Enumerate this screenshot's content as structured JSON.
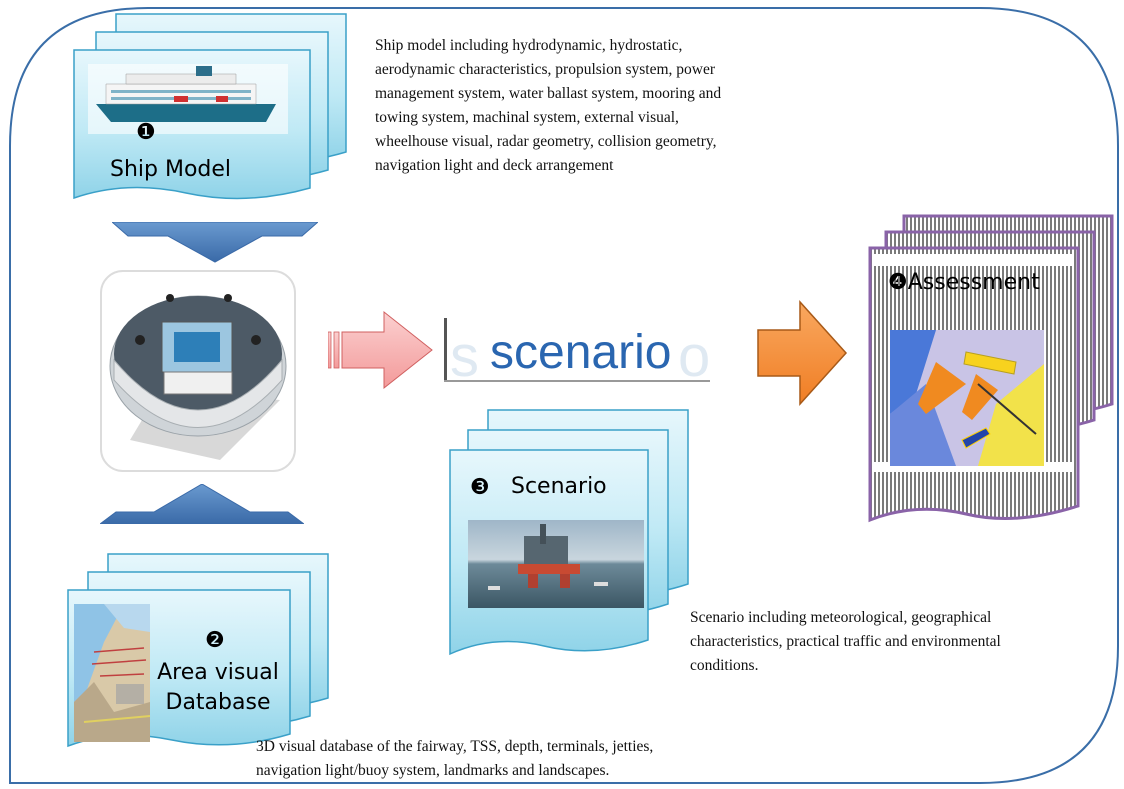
{
  "ship_model": {
    "number": "❶",
    "label": "Ship Model",
    "description": [
      "Ship model including hydrodynamic, hydrostatic,",
      "aerodynamic characteristics, propulsion system, power",
      "management system, water ballast system, mooring and",
      "towing system, machinal system, external visual,",
      "wheelhouse visual, radar geometry, collision geometry,",
      "navigation light and deck arrangement"
    ]
  },
  "area_database": {
    "number": "❷",
    "label_lines": [
      "Area visual",
      "Database"
    ],
    "description": [
      "3D visual database of the fairway, TSS, depth, terminals, jetties,",
      "navigation light/buoy system, landmarks and landscapes."
    ]
  },
  "scenario": {
    "logo_text": "scenario",
    "number": "❸",
    "label": "Scenario",
    "description": [
      "Scenario including meteorological, geographical",
      "characteristics, practical traffic and environmental",
      "conditions."
    ]
  },
  "assessment": {
    "number": "❹",
    "label": "Assessment"
  },
  "colors": {
    "frame_stroke": "#3a6ea8",
    "doc_fill_top": "#e3f6fb",
    "doc_fill_bottom": "#8fd6ea",
    "doc_stroke": "#3aa0c8",
    "arrow_blue": "#4e80b8",
    "arrow_pink": "#f08f8f",
    "arrow_orange": "#f7943c",
    "assessment_border": "#8a63a8",
    "logo_blue": "#2a66b0"
  }
}
